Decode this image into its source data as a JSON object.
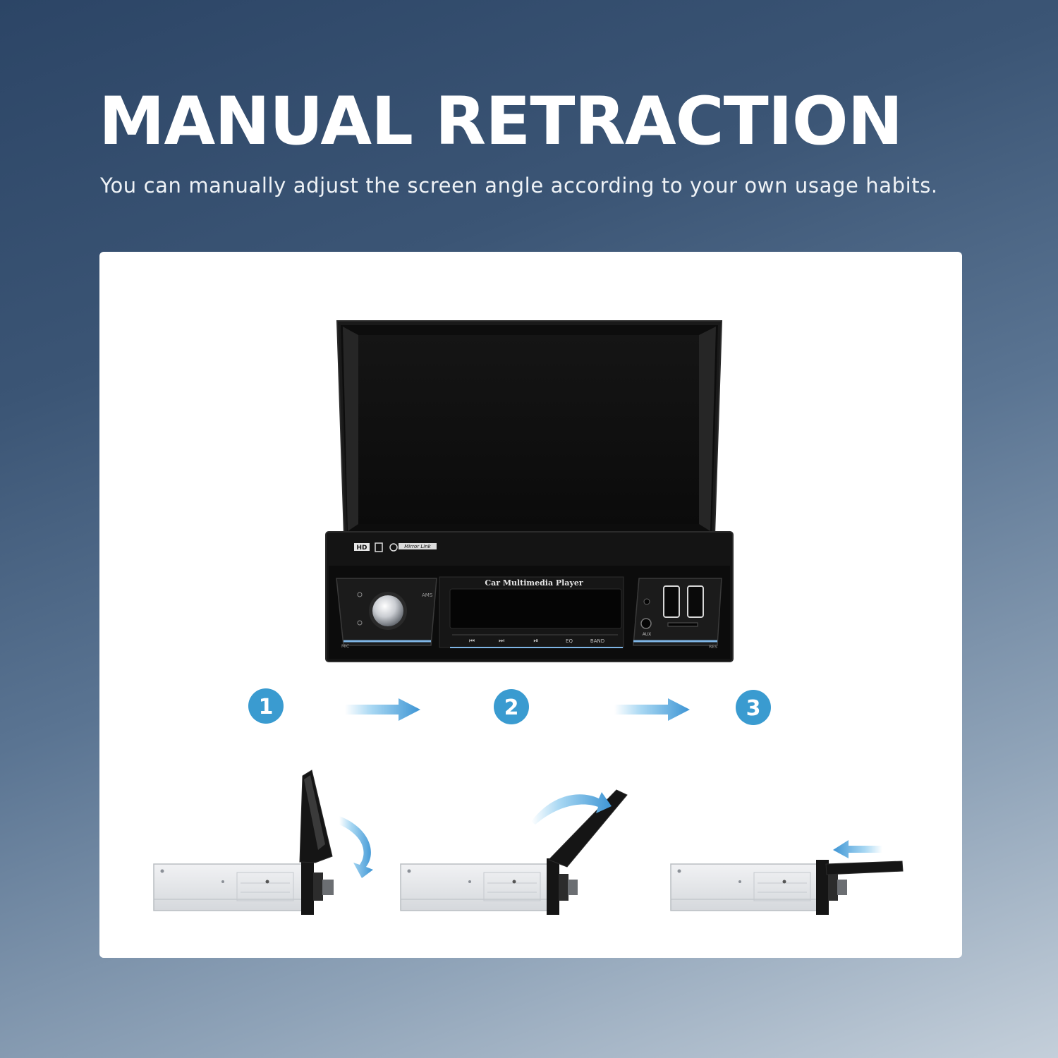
{
  "header": {
    "title": "MANUAL RETRACTION",
    "subtitle": "You can manually adjust the screen angle according to your own usage habits."
  },
  "device": {
    "badges": {
      "hd": "HD",
      "mirror_link": "Mirror Link"
    },
    "panel_title": "Car Multimedia Player",
    "labels": {
      "ams": "AMS",
      "mic": "MIC",
      "aux": "AUX",
      "res": "RES"
    },
    "buttons": {
      "prev": "⏮",
      "next": "⏭",
      "play_pause": "⏯",
      "eq": "EQ",
      "band": "BAND"
    }
  },
  "steps": [
    {
      "number": "1"
    },
    {
      "number": "2"
    },
    {
      "number": "3"
    }
  ],
  "colors": {
    "accent": "#3a9bd0",
    "arrow_light": "#a9d8f3",
    "arrow_dark": "#3e95d4",
    "device_body": "#111111"
  }
}
